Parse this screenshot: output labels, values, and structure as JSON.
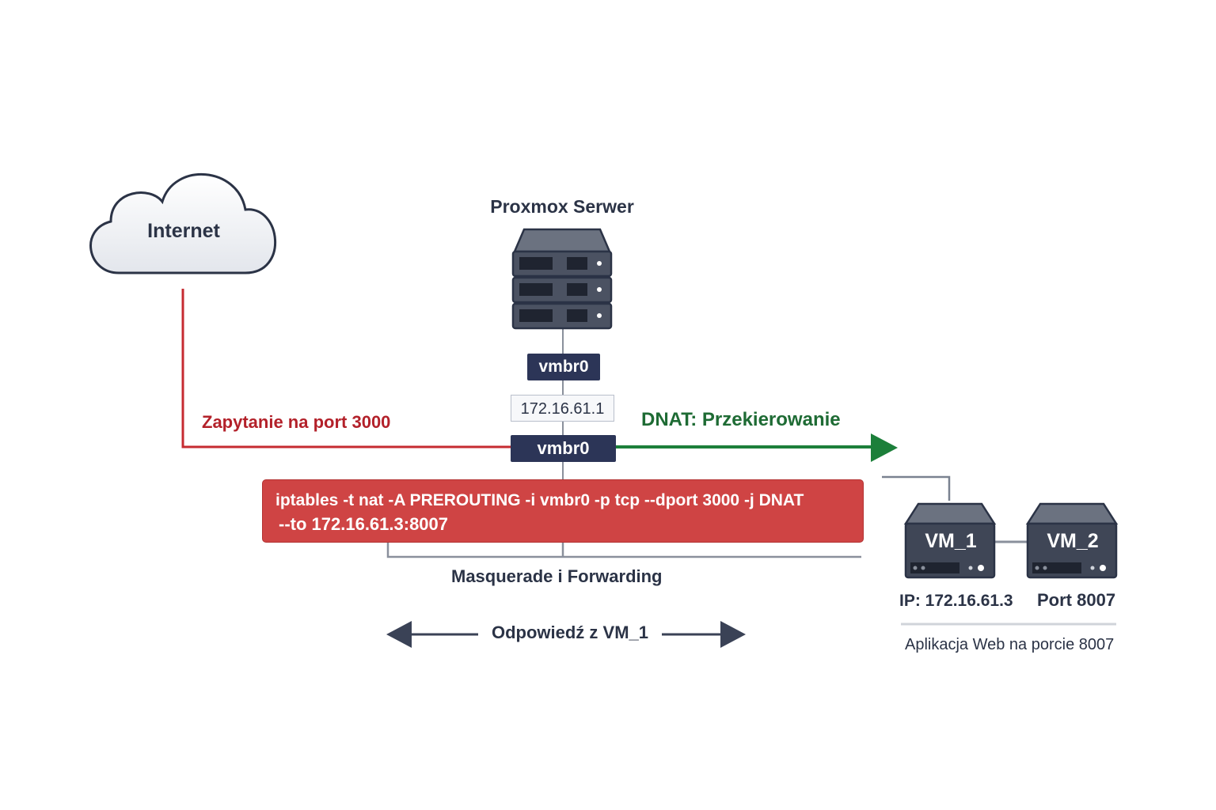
{
  "internet": {
    "label": "Internet"
  },
  "server": {
    "title": "Proxmox Serwer"
  },
  "bridge": {
    "top_label": "vmbr0",
    "main_label": "vmbr0",
    "ip": "172.16.61.1"
  },
  "request": {
    "label": "Zapytanie na port 3000"
  },
  "dnat": {
    "label": "DNAT: Przekierowanie"
  },
  "command": {
    "line1": "iptables -t nat -A PREROUTING -i vmbr0 -p tcp --dport 3000 -j DNAT",
    "line2": "--to 172.16.61.3:8007"
  },
  "masquerade": {
    "label": "Masquerade i Forwarding"
  },
  "response": {
    "label": "Odpowiedź z VM_1"
  },
  "vms": [
    {
      "name": "VM_1",
      "caption": "IP: 172.16.61.3"
    },
    {
      "name": "VM_2",
      "caption": "Port 8007"
    }
  ],
  "app": {
    "label": "Aplikacja Web na porcie 8007"
  },
  "colors": {
    "request_line": "#c62b31",
    "dnat_arrow": "#1c7f3a",
    "dark_navy": "#2c3557",
    "command_bg": "#cf4444",
    "line_gray": "#7a8290"
  }
}
